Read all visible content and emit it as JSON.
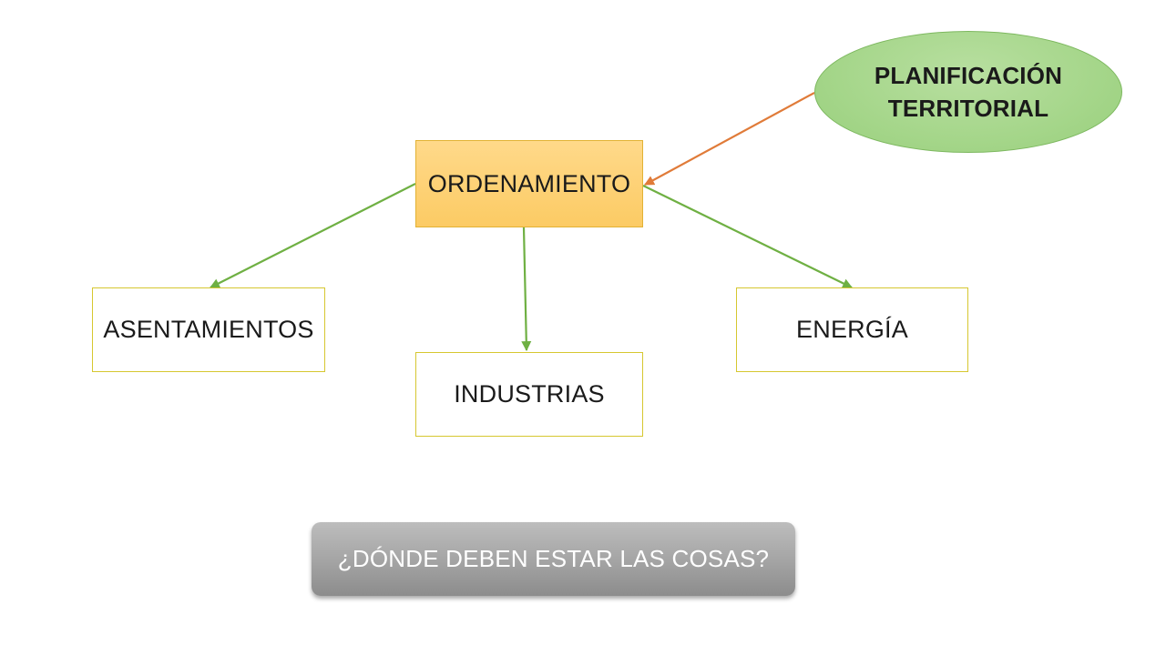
{
  "diagram": {
    "center_node": "ORDENAMIENTO",
    "source_node": {
      "line1": "PLANIFICACIÓN",
      "line2": "TERRITORIAL"
    },
    "child_nodes": {
      "asentamientos": "ASENTAMIENTOS",
      "industrias": "INDUSTRIAS",
      "energia": "ENERGÍA"
    },
    "edges": [
      {
        "from": "PLANIFICACIÓN TERRITORIAL",
        "to": "ORDENAMIENTO",
        "color": "#e07b39"
      },
      {
        "from": "ORDENAMIENTO",
        "to": "ASENTAMIENTOS",
        "color": "#6fb043"
      },
      {
        "from": "ORDENAMIENTO",
        "to": "INDUSTRIAS",
        "color": "#6fb043"
      },
      {
        "from": "ORDENAMIENTO",
        "to": "ENERGÍA",
        "color": "#6fb043"
      }
    ]
  },
  "question": "¿DÓNDE DEBEN ESTAR LAS COSAS?",
  "colors": {
    "center_fill": "#fccb64",
    "source_fill": "#a5d68a",
    "child_border": "#d6c730",
    "banner_fill": "#a3a3a3"
  }
}
